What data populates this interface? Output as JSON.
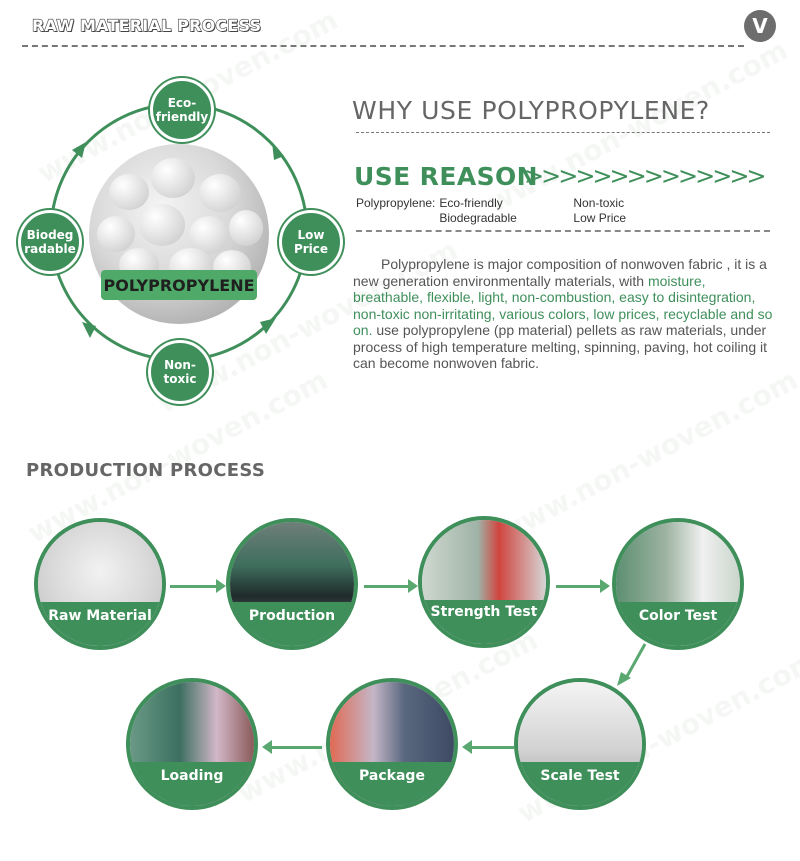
{
  "header": {
    "title": "RAW MATERIAL PROCESS",
    "badge": "V"
  },
  "cycle": {
    "nodes": [
      "Eco-\nfriendly",
      "Low\nPrice",
      "Non-\ntoxic",
      "Biodeg\nradable"
    ],
    "center_label": "POLYPROPYLENE"
  },
  "why": {
    "title": "WHY USE POLYPROPYLENE?"
  },
  "reason": {
    "title": "USE REASON",
    "chevrons": ">>>>>>>>>>>>>>",
    "prefix": "Polypropylene:",
    "items": [
      "Eco-friendly",
      "Non-toxic",
      "Biodegradable",
      "Low Price"
    ]
  },
  "paragraph": {
    "part1": "Polypropylene is major composition of nonwoven fabric , it is a new generation environmentally materials, with ",
    "green": "moisture, breathable, flexible, light, non-combustion, easy to disintegration, non-toxic non-irritating, various colors, low prices, recyclable and so on.",
    "part2": " use polypropylene (pp material) pellets as raw materials, under process of high temperature melting, spinning, paving, hot coiling it can become nonwoven fabric."
  },
  "production": {
    "title": "PRODUCTION PROCESS",
    "steps": [
      "Raw Material",
      "Production",
      "Strength Test",
      "Color Test",
      "Scale Test",
      "Package",
      "Loading"
    ]
  },
  "watermark": "www.non-woven.com",
  "colors": {
    "accent": "#3f8f5b",
    "text": "#555555"
  }
}
